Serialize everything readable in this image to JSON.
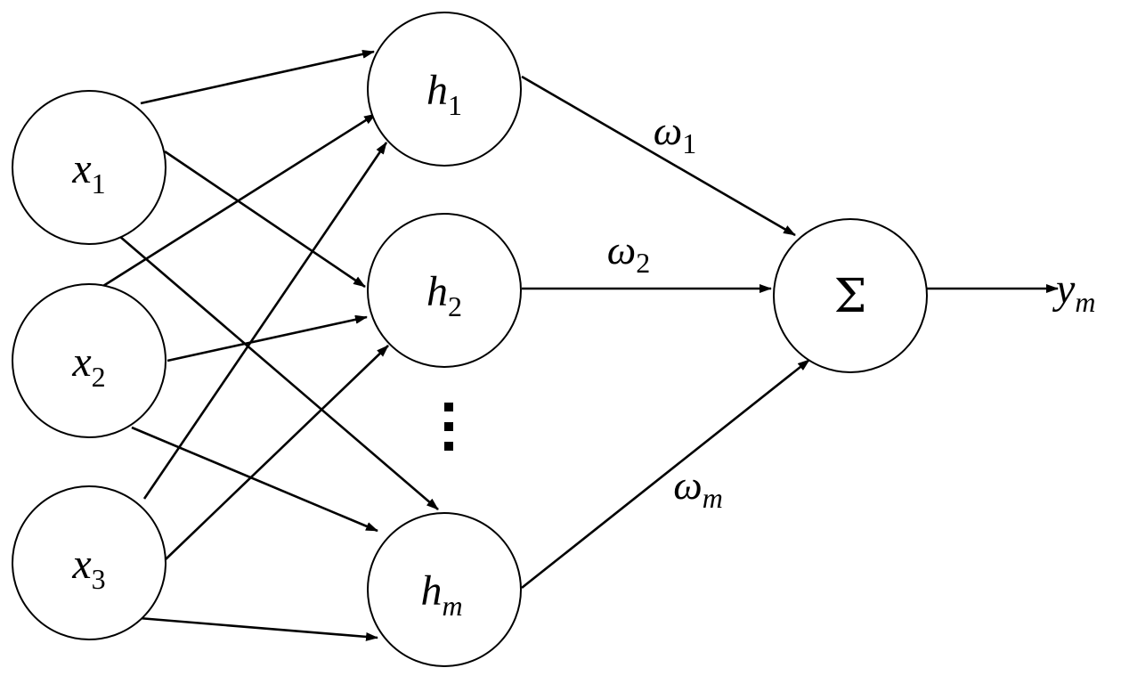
{
  "inputs": [
    {
      "base": "x",
      "sub": "1"
    },
    {
      "base": "x",
      "sub": "2"
    },
    {
      "base": "x",
      "sub": "3"
    }
  ],
  "hidden": [
    {
      "base": "h",
      "sub": "1"
    },
    {
      "base": "h",
      "sub": "2"
    },
    {
      "base": "h",
      "sub": "m"
    }
  ],
  "hidden_ellipsis": "⋮",
  "sum_symbol": "Σ",
  "weights": [
    {
      "base": "ω",
      "sub": "1"
    },
    {
      "base": "ω",
      "sub": "2"
    },
    {
      "base": "ω",
      "sub": "m"
    }
  ],
  "output": {
    "base": "y",
    "sub": "m"
  }
}
